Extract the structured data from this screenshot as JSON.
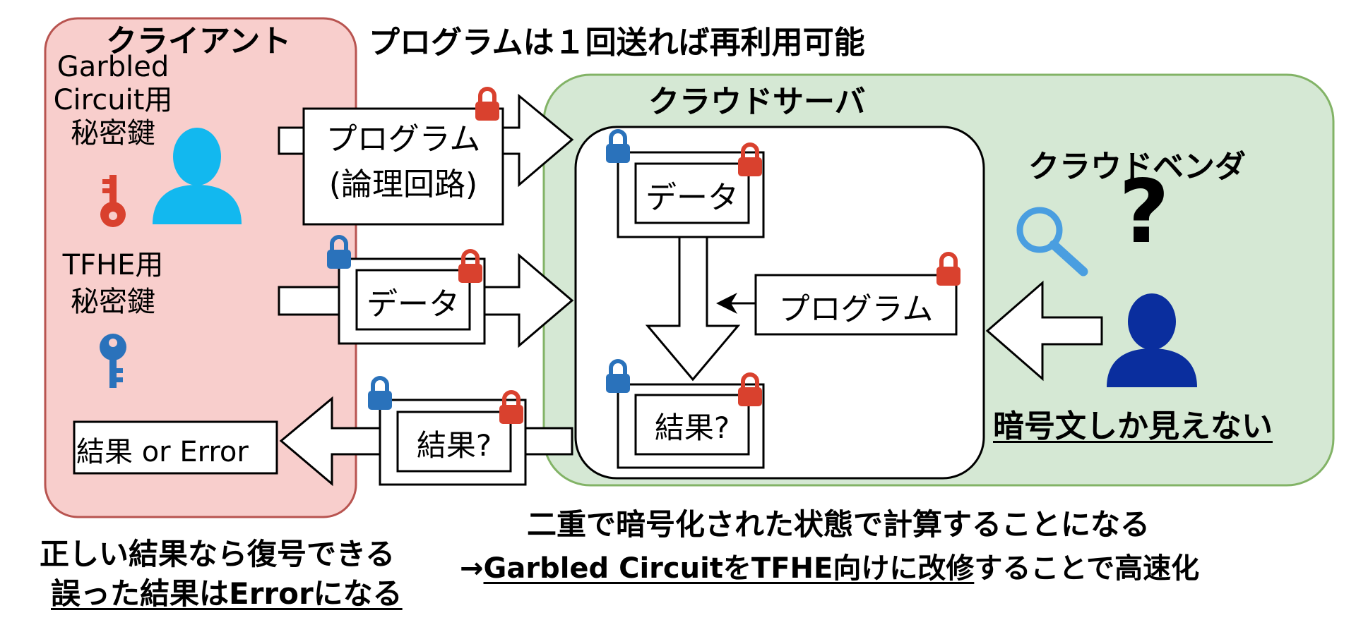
{
  "header": {
    "reuse_note": "プログラムは１回送れば再利用可能"
  },
  "client": {
    "title": "クライアント",
    "garbled_key_label": [
      "Garbled",
      "Circuit用",
      "秘密鍵"
    ],
    "tfhe_key_label": [
      "TFHE用",
      "秘密鍵"
    ],
    "result_box": "結果 or Error",
    "colors": {
      "fill": "#f8cecc",
      "border": "#b85450",
      "key_red": "#d9412e",
      "key_blue": "#2a72bb",
      "user": "#12b8ef"
    }
  },
  "transfer": {
    "program_line1": "プログラム",
    "program_line2": "(論理回路)",
    "data": "データ",
    "result": "結果?"
  },
  "server": {
    "title": "クラウドサーバ",
    "data": "データ",
    "program": "プログラム",
    "result": "結果?",
    "colors": {
      "fill": "#d5e8d4",
      "border": "#82b366"
    }
  },
  "vendor": {
    "title": "クラウドベンダ",
    "question_mark": "?",
    "caption": "暗号文しか見えない",
    "colors": {
      "user": "#0a2e9e",
      "magnifier": "#4a9ee0"
    }
  },
  "footer": {
    "left_line1": "正しい結果なら復号できる",
    "left_line2": "誤った結果はErrorになる",
    "right_line1": "二重で暗号化された状態で計算することになる",
    "arrow": "→",
    "right_line2_underlined": "Garbled CircuitをTFHE向けに改修",
    "right_line2_rest": "することで高速化"
  }
}
